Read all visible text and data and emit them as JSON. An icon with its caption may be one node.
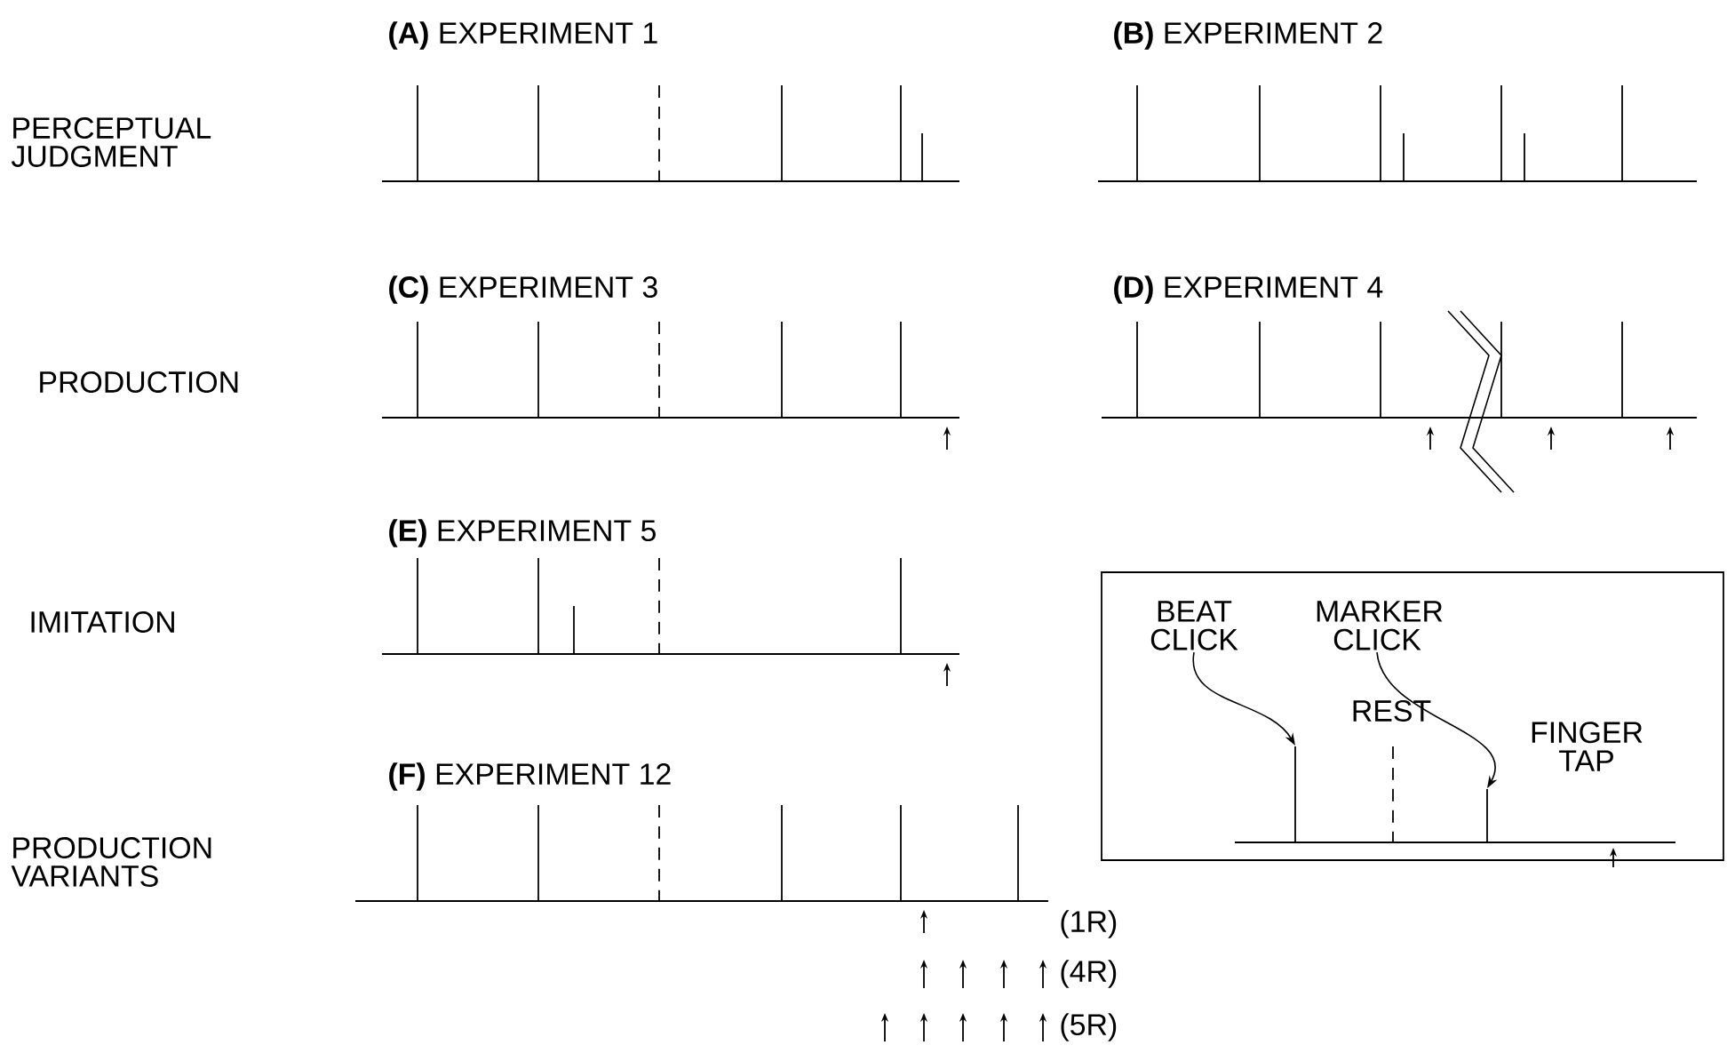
{
  "diagram": {
    "nodes": [
      {
        "text": [],
        "shape": "box"
      },
      {
        "text": [
          "BEAT CLICK"
        ],
        "in": 0
      },
      {
        "text": [
          "MARKER CLICK"
        ],
        "in": 0
      },
      {
        "text": [],
        "shape": "bar",
        "in": 0
      },
      {
        "text": [],
        "shape": "bar",
        "in": 0
      }
    ],
    "edges": [
      {
        "from": 1,
        "to": 3,
        "arrow": "to"
      },
      {
        "from": 2,
        "to": 4,
        "arrow": "to"
      }
    ],
    "labels": [
      "PERCEPTUAL JUDGMENT",
      "**(A)** EXPERIMENT 1",
      "**(B)** EXPERIMENT 2",
      "PRODUCTION",
      "**(C)** EXPERIMENT 3",
      "**(D)** EXPERIMENT 4",
      "IMITATION",
      "**(E)** EXPERIMENT 5",
      "REST",
      "FINGER TAP",
      "PRODUCTION VARIANTS",
      "**(F)** EXPERIMENT 12",
      "(1R)",
      "(4R)",
      "(5R)"
    ]
  }
}
